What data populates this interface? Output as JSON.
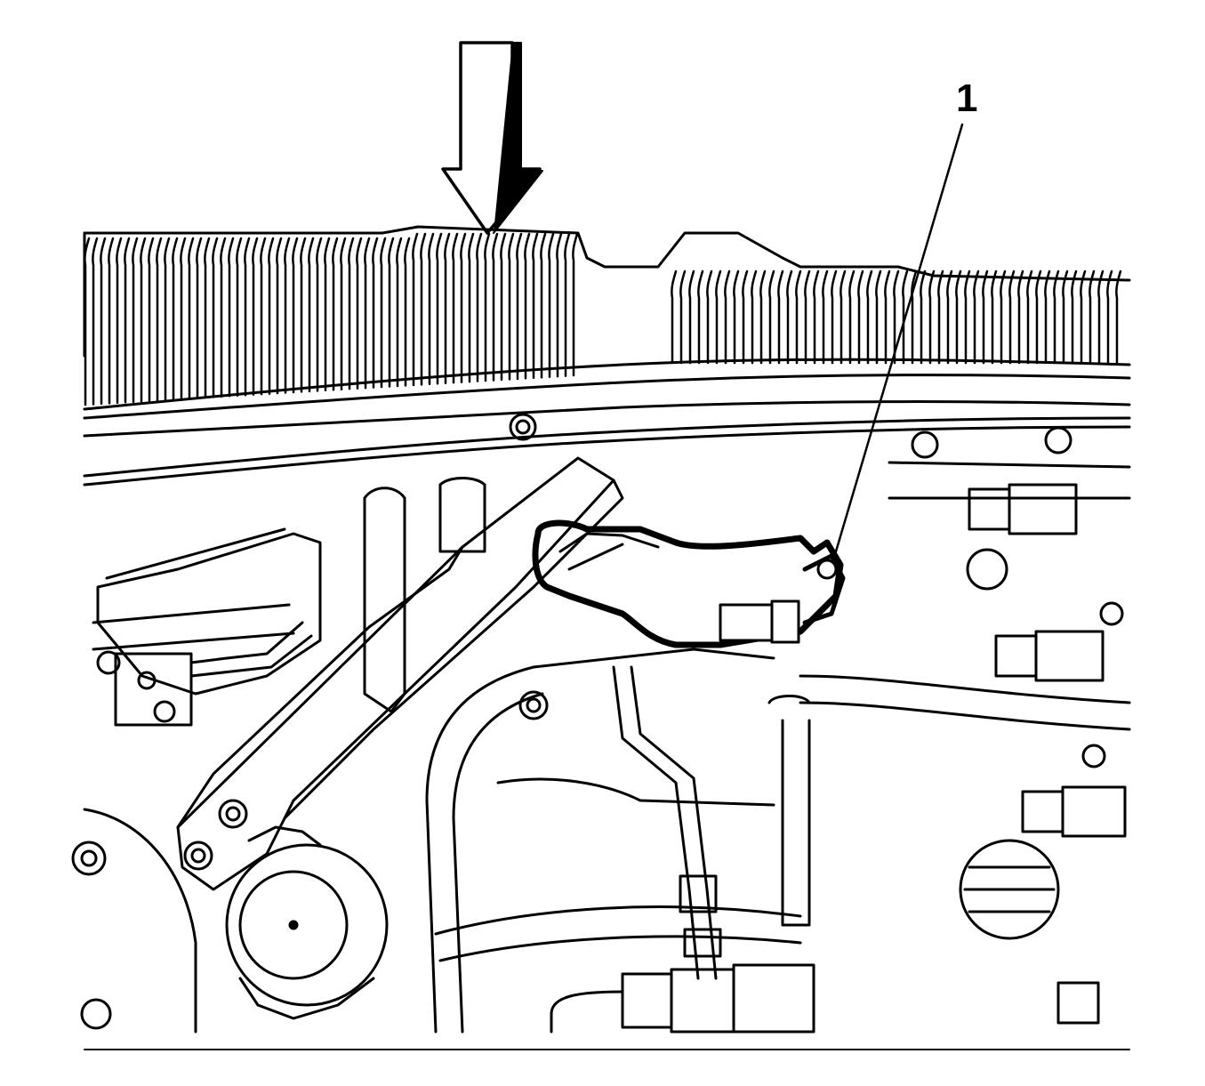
{
  "figure": {
    "callouts": [
      {
        "label": "1",
        "target": "refrigerant-line-fitting"
      }
    ],
    "view_arrow": {
      "direction": "down"
    },
    "colors": {
      "line": "#000000",
      "background": "#ffffff"
    }
  }
}
